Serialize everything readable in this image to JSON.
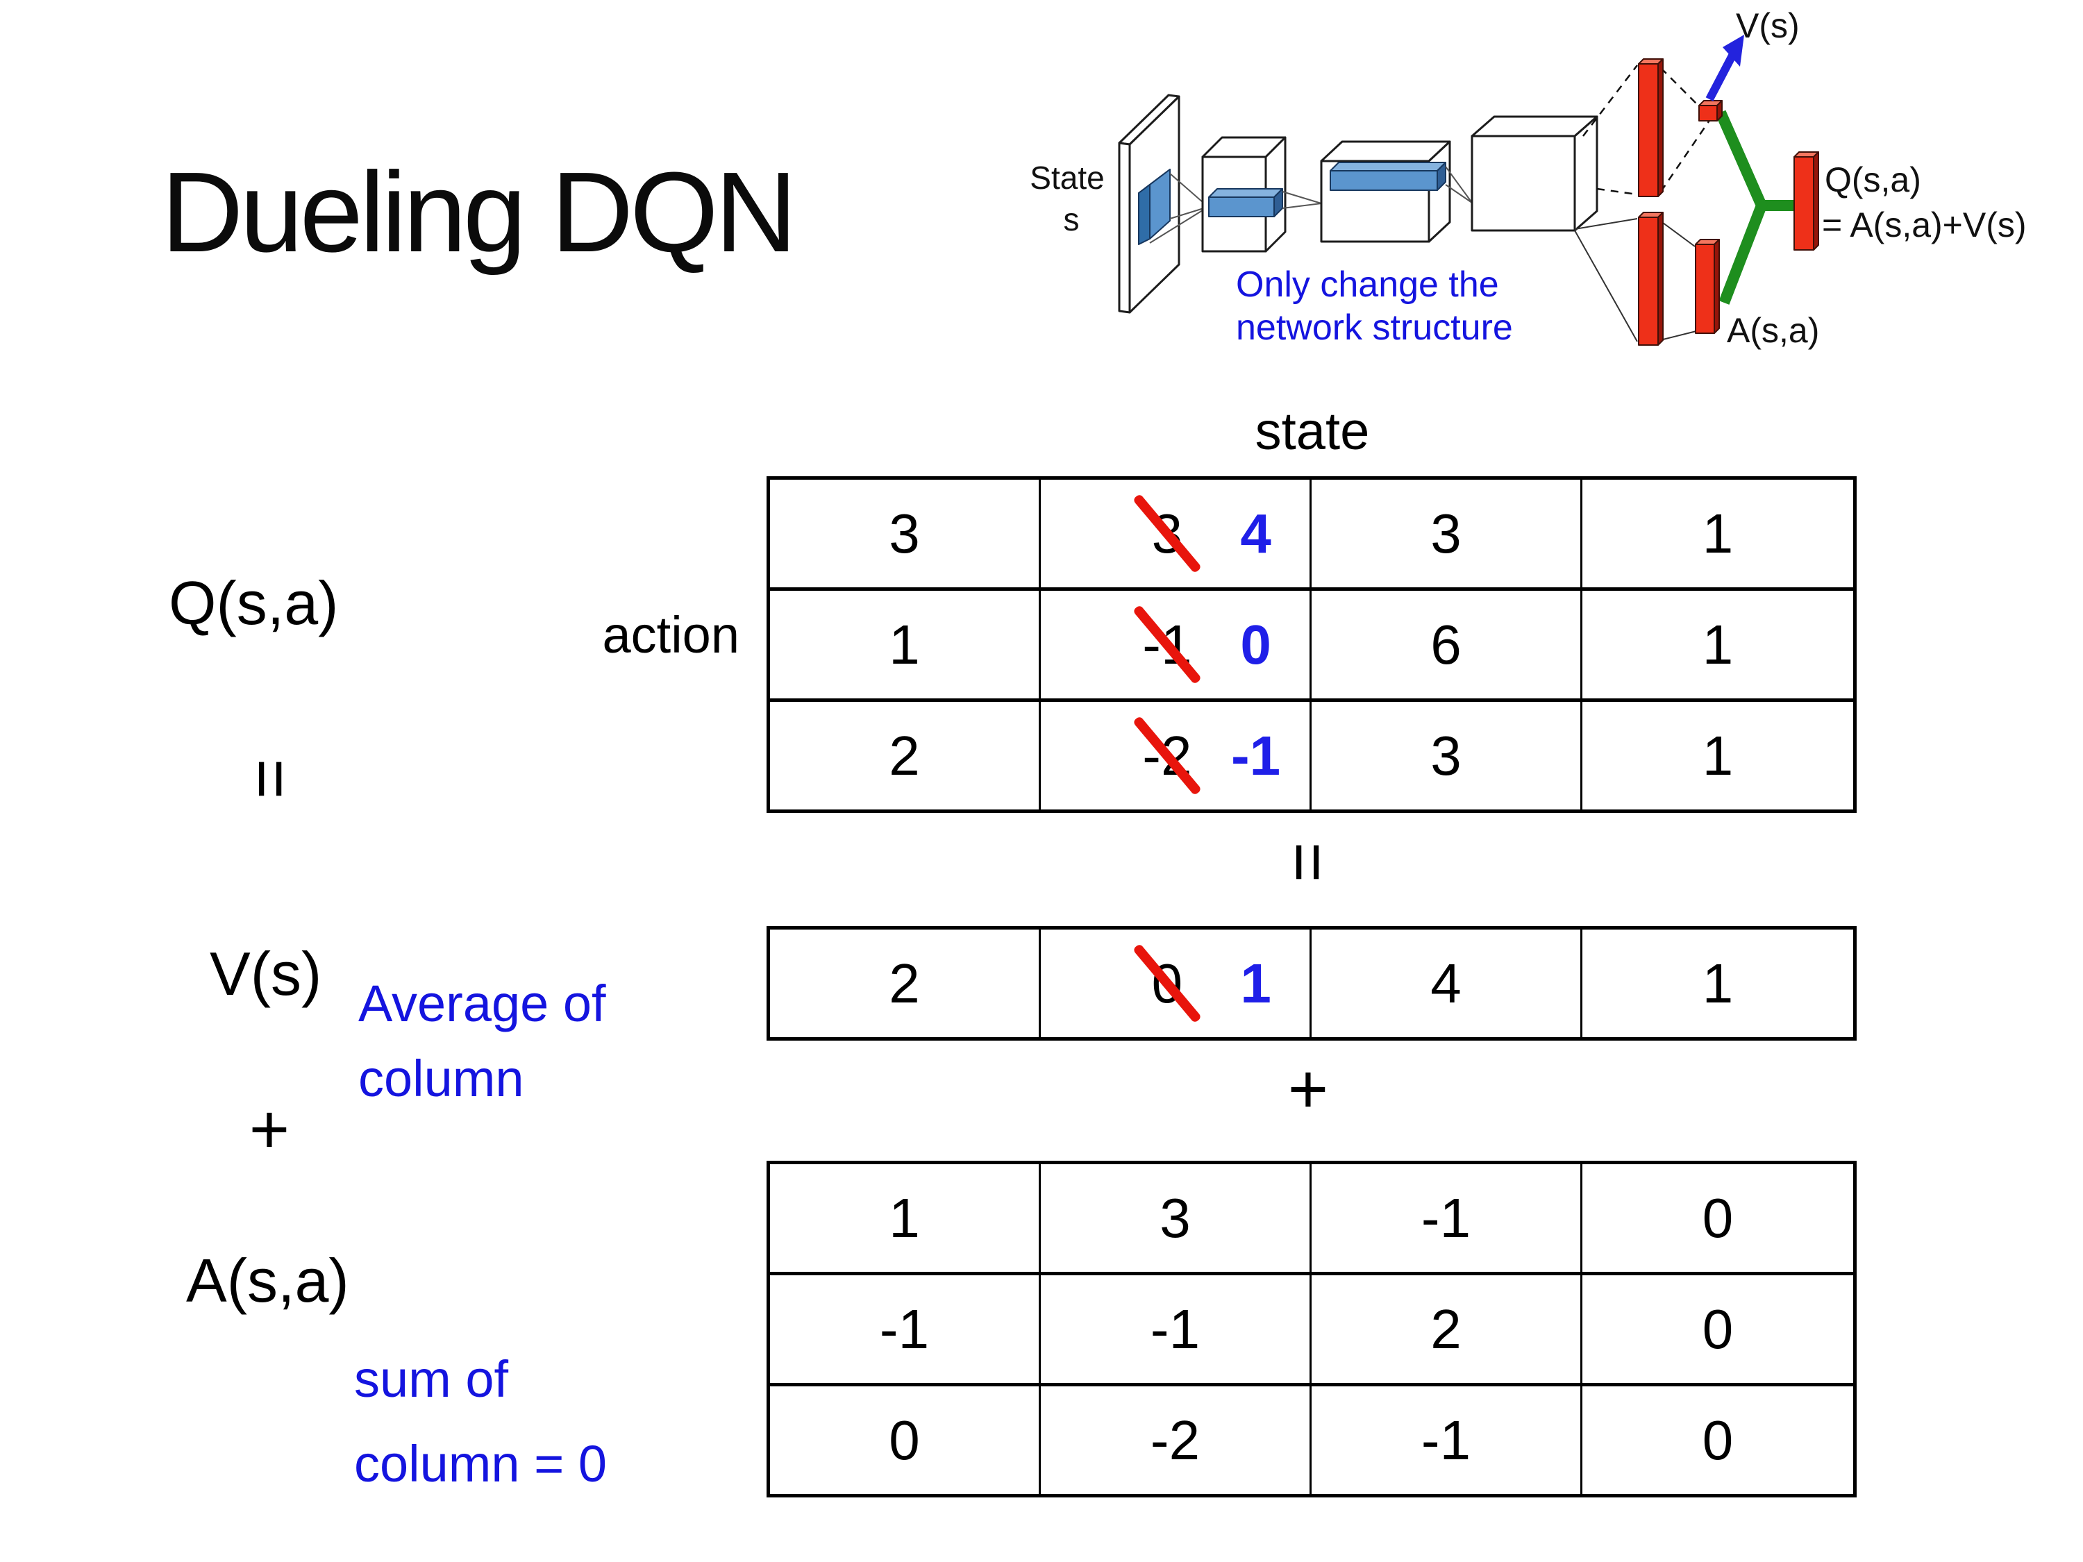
{
  "slide": {
    "title": "Dueling DQN"
  },
  "colors": {
    "blue_text": "#1414DF",
    "blue_number": "#1F1FE8",
    "strike_red": "#E8150C",
    "bar_red": "#EE3019",
    "green_connector": "#1E8E1E",
    "arrow_blue": "#2323DD",
    "filter_blue": "#5B95CE"
  },
  "diagram": {
    "state_line1": "State",
    "state_line2": "s",
    "note_line1": "Only change the",
    "note_line2": "network structure",
    "v_out_label": "V(s)",
    "q_out_line1": "Q(s,a)",
    "q_out_line2": "= A(s,a)+V(s)",
    "a_out_label": "A(s,a)"
  },
  "equation": {
    "q_label": "Q(s,a)",
    "equals_left": "=",
    "equals_center": "=",
    "plus_left": "+",
    "plus_center": "+",
    "v_label": "V(s)",
    "a_label": "A(s,a)",
    "state_axis": "state",
    "action_axis": "action",
    "v_note_line1": "Average of",
    "v_note_line2": "column",
    "a_note_line1": "sum of",
    "a_note_line2": "column = 0",
    "q_table": {
      "rows": [
        {
          "cells": [
            {
              "v": "3"
            },
            {
              "old": "3",
              "new": "4"
            },
            {
              "v": "3"
            },
            {
              "v": "1"
            }
          ]
        },
        {
          "cells": [
            {
              "v": "1"
            },
            {
              "old": "-1",
              "new": "0"
            },
            {
              "v": "6"
            },
            {
              "v": "1"
            }
          ]
        },
        {
          "cells": [
            {
              "v": "2"
            },
            {
              "old": "-2",
              "new": "-1"
            },
            {
              "v": "3"
            },
            {
              "v": "1"
            }
          ]
        }
      ]
    },
    "v_table": {
      "rows": [
        {
          "cells": [
            {
              "v": "2"
            },
            {
              "old": "0",
              "new": "1"
            },
            {
              "v": "4"
            },
            {
              "v": "1"
            }
          ]
        }
      ]
    },
    "a_table": {
      "rows": [
        {
          "cells": [
            {
              "v": "1"
            },
            {
              "v": "3"
            },
            {
              "v": "-1"
            },
            {
              "v": "0"
            }
          ]
        },
        {
          "cells": [
            {
              "v": "-1"
            },
            {
              "v": "-1"
            },
            {
              "v": "2"
            },
            {
              "v": "0"
            }
          ]
        },
        {
          "cells": [
            {
              "v": "0"
            },
            {
              "v": "-2"
            },
            {
              "v": "-1"
            },
            {
              "v": "0"
            }
          ]
        }
      ]
    }
  }
}
